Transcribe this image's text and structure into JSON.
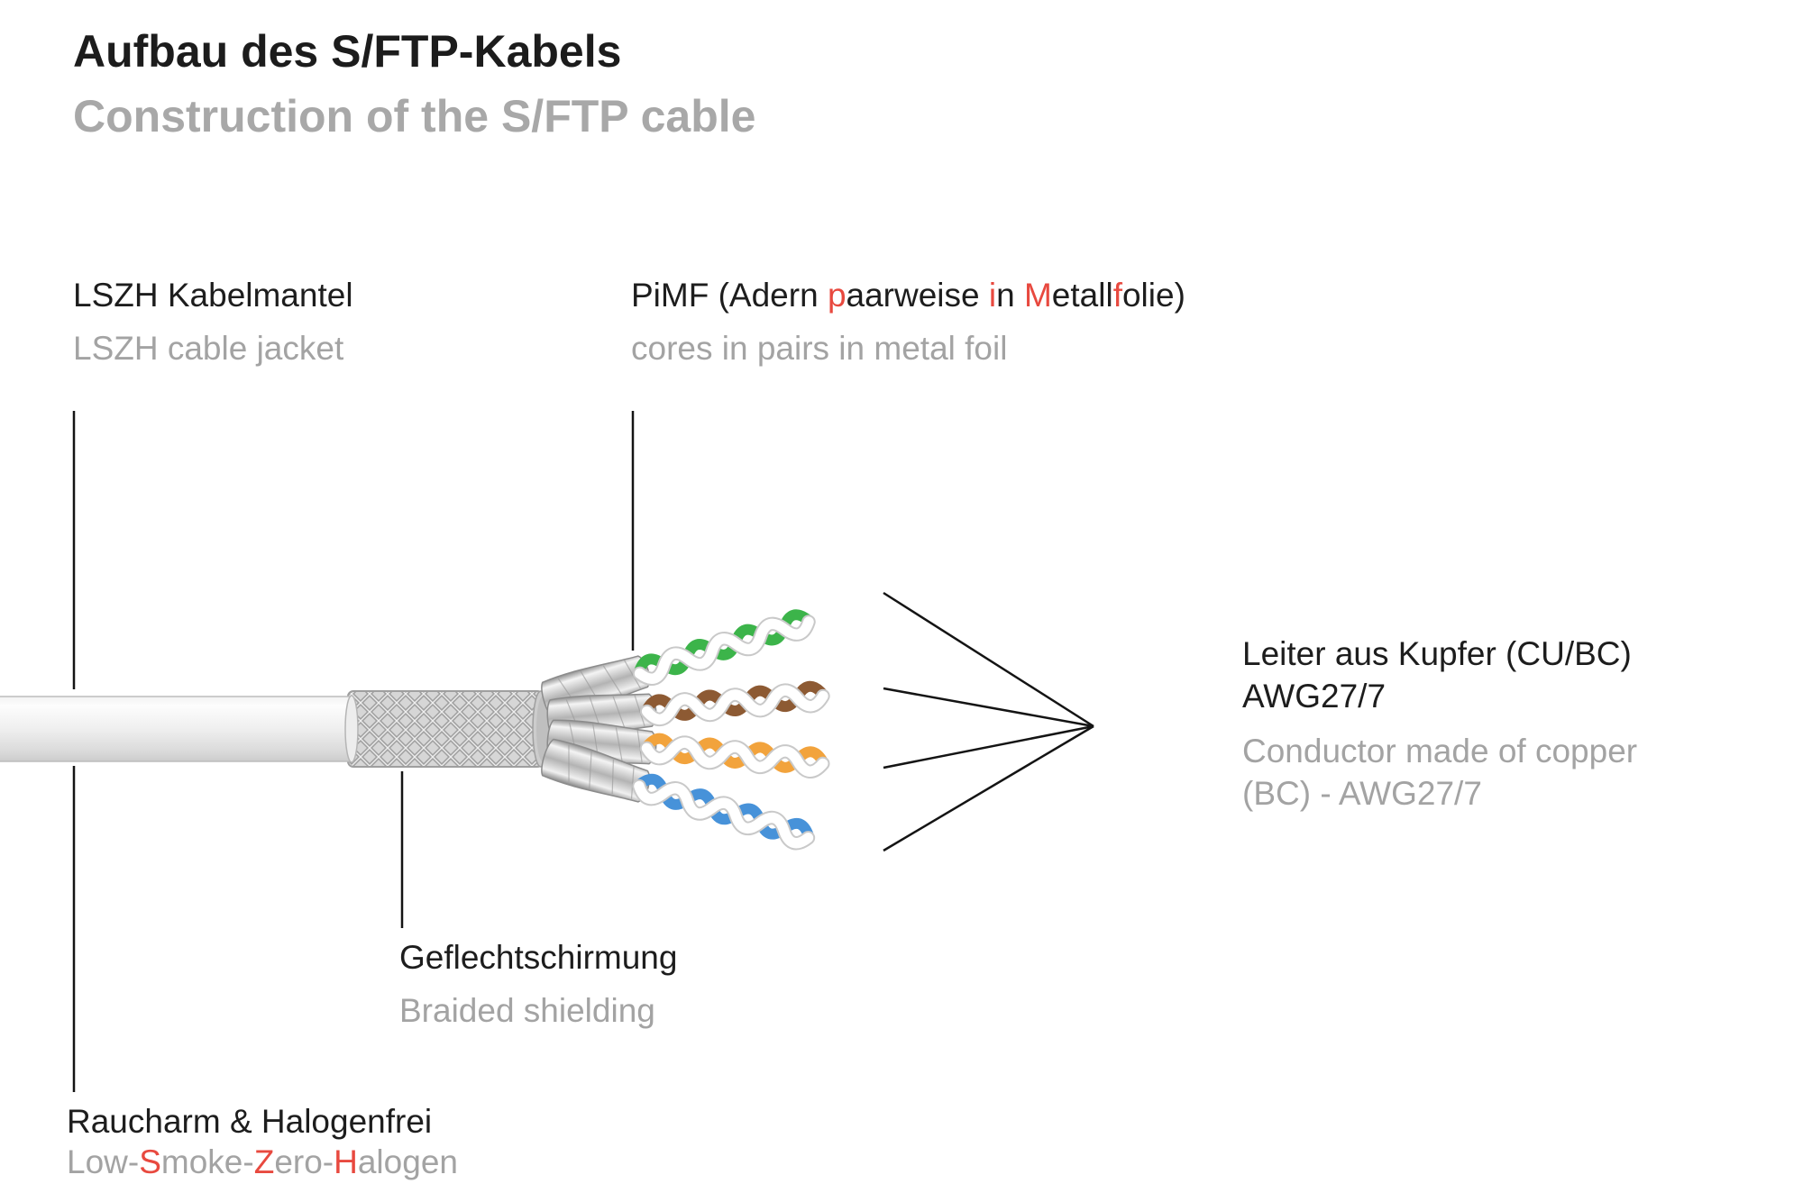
{
  "page": {
    "title_de": "Aufbau des S/FTP-Kabels",
    "title_en": "Construction of the S/FTP cable"
  },
  "labels": {
    "jacket": {
      "de": "LSZH Kabelmantel",
      "en": "LSZH cable jacket"
    },
    "pimf": {
      "de_segments": [
        {
          "text": "PiMF (Adern "
        },
        {
          "text": "p",
          "color": "#e8493f"
        },
        {
          "text": "aarweise "
        },
        {
          "text": "i",
          "color": "#e8493f"
        },
        {
          "text": "n "
        },
        {
          "text": "M",
          "color": "#e8493f"
        },
        {
          "text": "etall"
        },
        {
          "text": "f",
          "color": "#e8493f"
        },
        {
          "text": "olie)"
        }
      ],
      "en": "cores in pairs in metal foil"
    },
    "conductor": {
      "de_line1": "Leiter aus Kupfer (CU/BC)",
      "de_line2": "AWG27/7",
      "en_line1": "Conductor made of copper",
      "en_line2": "(BC) - AWG27/7"
    },
    "braid": {
      "de": "Geflechtschirmung",
      "en": "Braided shielding"
    },
    "lszh": {
      "de": "Raucharm & Halogenfrei",
      "en_segments": [
        {
          "text": "Low-"
        },
        {
          "text": "S",
          "color": "#e8493f"
        },
        {
          "text": "moke-"
        },
        {
          "text": "Z",
          "color": "#e8493f"
        },
        {
          "text": "ero-"
        },
        {
          "text": "H",
          "color": "#e8493f"
        },
        {
          "text": "alogen"
        }
      ]
    }
  },
  "colors": {
    "text_primary": "#1d1d1d",
    "text_secondary": "#a3a3a3",
    "accent_red": "#e8493f",
    "pair_green": "#3cb44a",
    "pair_brown": "#8d5a33",
    "pair_orange": "#f2a33c",
    "pair_blue": "#4792d9",
    "leader_line": "#141414",
    "jacket_gray": "#e9e9e9",
    "braid_gray": "#cfcfcf"
  }
}
